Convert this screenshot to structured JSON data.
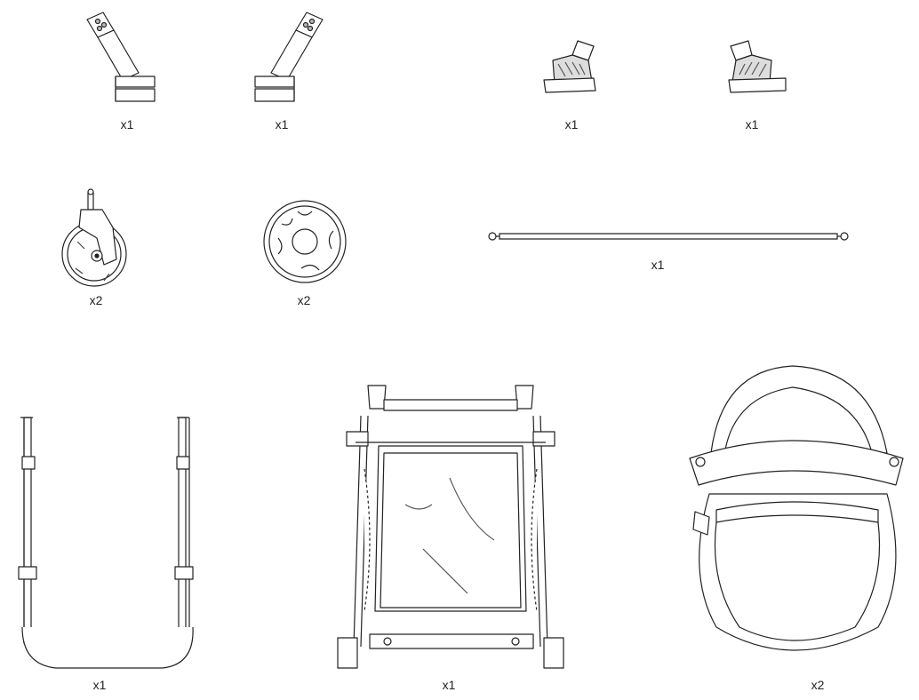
{
  "parts": [
    {
      "name": "left-adapter-upper",
      "qty": "x1"
    },
    {
      "name": "right-adapter-upper",
      "qty": "x1"
    },
    {
      "name": "left-adapter-lower",
      "qty": "x1"
    },
    {
      "name": "right-adapter-lower",
      "qty": "x1"
    },
    {
      "name": "front-swivel-wheel",
      "qty": "x2"
    },
    {
      "name": "rear-wheel",
      "qty": "x2"
    },
    {
      "name": "rear-axle",
      "qty": "x1"
    },
    {
      "name": "handlebar",
      "qty": "x1"
    },
    {
      "name": "stroller-frame",
      "qty": "x1"
    },
    {
      "name": "bassinet",
      "qty": "x2"
    }
  ],
  "colors": {
    "line": "#222222",
    "paper": "#ffffff",
    "shade": "#bbbbbb"
  }
}
